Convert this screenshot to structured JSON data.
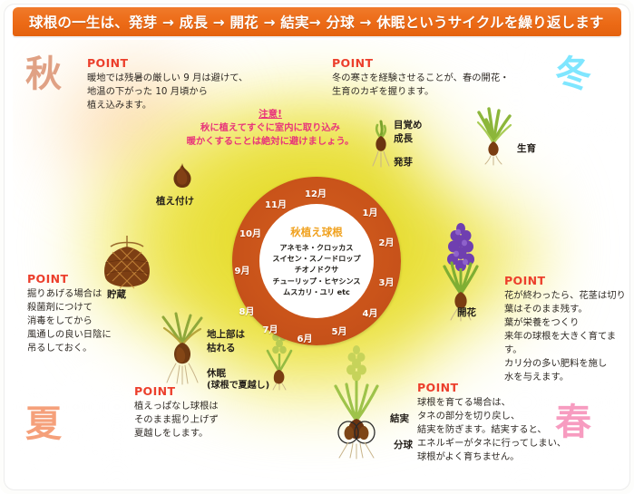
{
  "header": {
    "title": "球根の一生は、発芽 → 成長 → 開花 → 結実→ 分球 → 休眠というサイクルを繰り返します",
    "background_color": "#ec6a16",
    "text_color": "#ffffff"
  },
  "seasons": [
    {
      "name": "autumn",
      "label": "秋",
      "color": "#e0a184"
    },
    {
      "name": "winter",
      "label": "冬",
      "color": "#7fe6ff"
    },
    {
      "name": "summer",
      "label": "夏",
      "color": "#f5a07a"
    },
    {
      "name": "spring",
      "label": "春",
      "color": "#f79cc0"
    }
  ],
  "point_label": "POINT",
  "points": [
    {
      "id": "planting",
      "label": "POINT",
      "text": "暖地では残暑の厳しい 9 月は避けて、\n地温の下がった 10 月頃から\n植え込みます。"
    },
    {
      "id": "cold",
      "label": "POINT",
      "text": "冬の寒さを経験させることが、春の開花・\n生育のカギを握ります。"
    },
    {
      "id": "storage",
      "label": "POINT",
      "text": "掘りあげる場合は\n殺菌剤につけて\n消毒をしてから\n風通しの良い日陰に\n吊るしておく。"
    },
    {
      "id": "leave",
      "label": "POINT",
      "text": "植えっぱなし球根は\nそのまま掘り上げず\n夏越しをします。"
    },
    {
      "id": "afterbloom",
      "label": "POINT",
      "text": "花が終わったら、花茎は切り\n葉はそのまま残す。\n葉が栄養をつくり\n来年の球根を大きく育てます。\nカリ分の多い肥料を施し\n水を与えます。"
    },
    {
      "id": "seed",
      "label": "POINT",
      "text": "球根を育てる場合は、\nタネの部分を切り戻し、\n結実を防ぎます。結実すると、\nエネルギーがタネに行ってしまい、\n球根がよく育ちません。"
    }
  ],
  "caution": {
    "title": "注意!",
    "text": "秋に植えてすぐに室内に取り込み\n暖かくすることは絶対に避けましょう。",
    "color": "#e8347a"
  },
  "wheel": {
    "ring_color": "#c9531a",
    "inner_title": "秋植え球根",
    "inner_title_color": "#f0a11e",
    "inner_list": "アネモネ・クロッカス\nスイセン・スノードロップ\nチオノドクサ\nチューリップ・ヒヤシンス\nムスカリ・ユリ etc",
    "months": [
      "1月",
      "2月",
      "3月",
      "4月",
      "5月",
      "6月",
      "7月",
      "8月",
      "9月",
      "10月",
      "11月",
      "12月"
    ]
  },
  "stages": [
    {
      "id": "planting",
      "label": "植え付け"
    },
    {
      "id": "wake",
      "label": "目覚め\n成長"
    },
    {
      "id": "sprout",
      "label": "発芽"
    },
    {
      "id": "grow",
      "label": "生育"
    },
    {
      "id": "bloom",
      "label": "開花"
    },
    {
      "id": "fruit",
      "label": "結実"
    },
    {
      "id": "divide",
      "label": "分球"
    },
    {
      "id": "wither",
      "label": "地上部は\n枯れる"
    },
    {
      "id": "dormant",
      "label": "休眠"
    },
    {
      "id": "dormant_sub",
      "label": "(球根で夏越し)"
    },
    {
      "id": "storage",
      "label": "貯蔵"
    }
  ],
  "icons": {
    "bulb": "bulb-icon",
    "sprout": "sprout-icon",
    "leaves": "leaves-icon",
    "flower_hyacinth": "hyacinth-flower-icon",
    "flower_muscari": "muscari-flower-icon",
    "withered": "withered-plant-icon",
    "seedhead": "seed-head-icon",
    "storage_net": "storage-net-icon"
  }
}
